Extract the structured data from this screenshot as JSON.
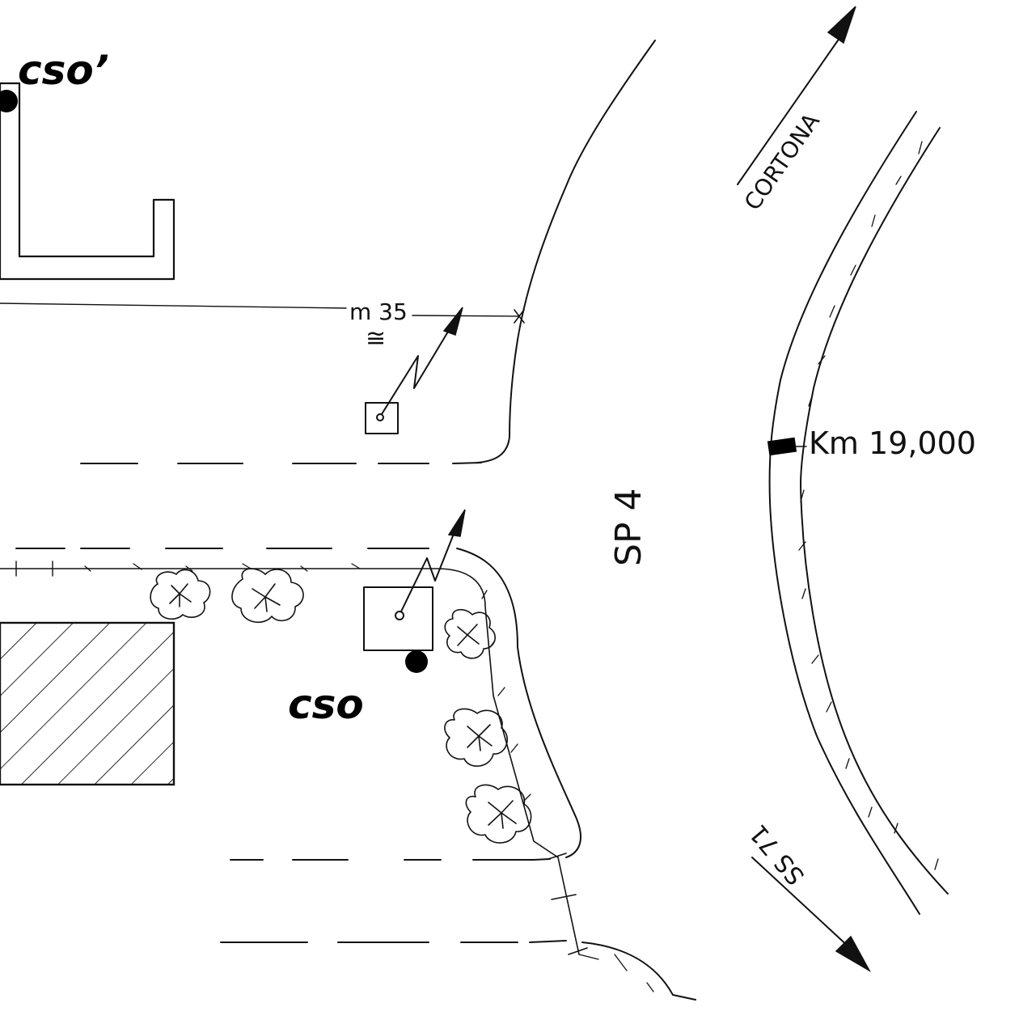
{
  "labels": {
    "cso_prime": "cso’",
    "cso": "cso",
    "distance": "m 35",
    "approx": "≅",
    "road": "SP 4",
    "direction_north": "CORTONA",
    "direction_south": "SS 71",
    "kilometer": "Km 19,000"
  },
  "colors": {
    "ink": "#111111",
    "paper": "#ffffff"
  }
}
